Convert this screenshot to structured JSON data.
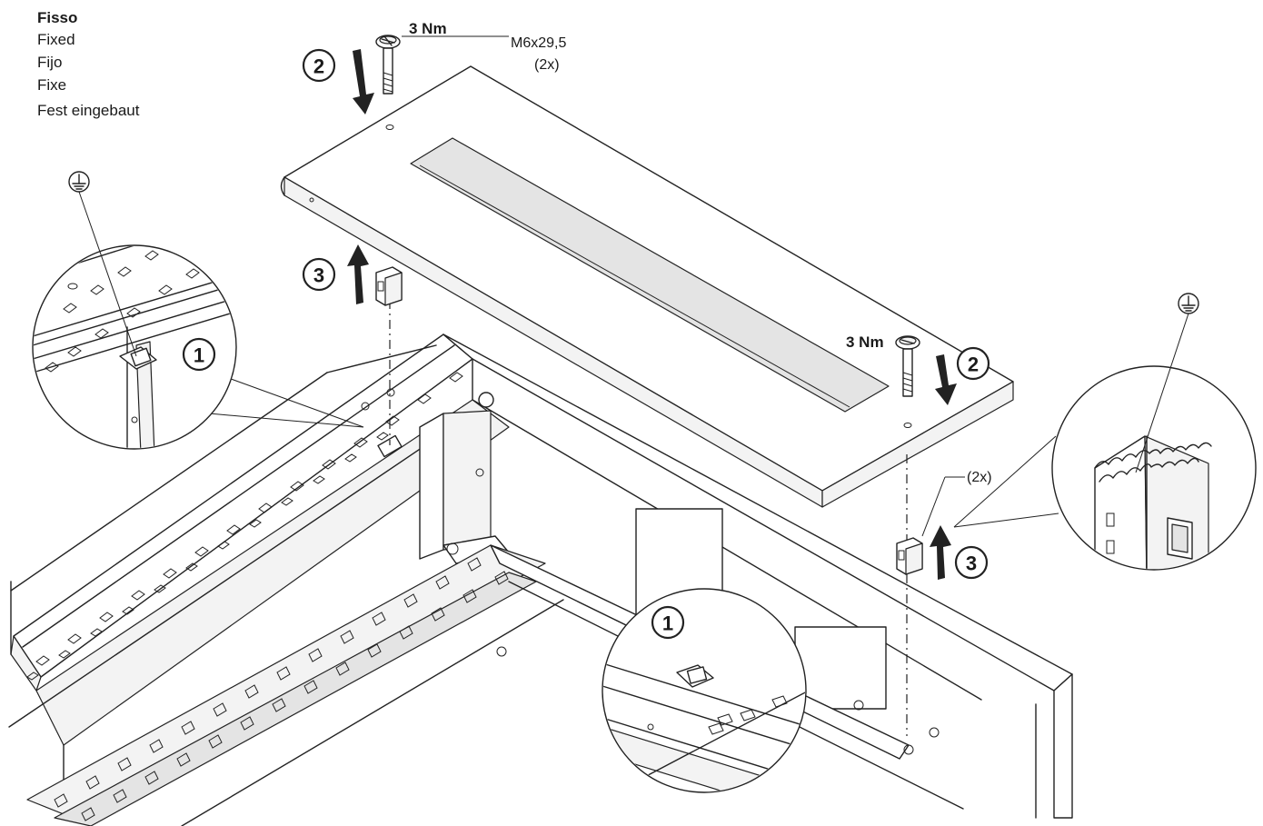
{
  "legend": {
    "languages": [
      "Fisso",
      "Fixed",
      "Fijo",
      "Fixe",
      "Fest eingebaut"
    ]
  },
  "callouts": {
    "torque_top": "3 Nm",
    "torque_right": "3 Nm",
    "screw_spec": "M6x29,5",
    "screw_qty": "(2x)",
    "clip_qty": "(2x)"
  },
  "steps": {
    "step_1": "1",
    "step_2": "2",
    "step_3": "3"
  },
  "icons": [
    "ground-symbol-icon",
    "ground-symbol-icon"
  ]
}
